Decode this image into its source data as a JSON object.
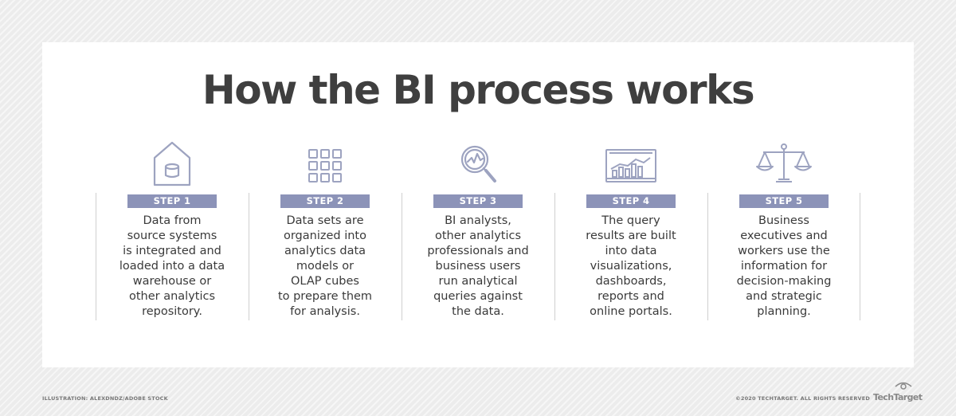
{
  "title": "How the BI process works",
  "steps": [
    {
      "label": "STEP 1",
      "text": "Data from\nsource systems\nis integrated and\nloaded into a data\nwarehouse or\nother analytics\nrepository.",
      "icon": "warehouse-icon"
    },
    {
      "label": "STEP 2",
      "text": "Data sets are\norganized into\nanalytics data\nmodels or\nOLAP cubes\nto prepare them\nfor analysis.",
      "icon": "grid-icon"
    },
    {
      "label": "STEP 3",
      "text": "BI analysts,\nother analytics\nprofessionals and\nbusiness users\nrun analytical\nqueries against\nthe data.",
      "icon": "magnifier-chart-icon"
    },
    {
      "label": "STEP 4",
      "text": "The query\nresults are built\ninto data\nvisualizations,\ndashboards,\nreports and\nonline portals.",
      "icon": "dashboard-screen-icon"
    },
    {
      "label": "STEP 5",
      "text": "Business\nexecutives and\nworkers use the\ninformation for\ndecision-making\nand strategic\nplanning.",
      "icon": "scales-icon"
    }
  ],
  "footer": {
    "credit": "ILLUSTRATION: ALEXDNDZ/ADOBE STOCK",
    "copyright": "©2020 TECHTARGET. ALL RIGHTS RESERVED",
    "logo_text": "TechTarget"
  },
  "colors": {
    "badge": "#8c93b8",
    "icon_stroke": "#9da3c0",
    "title": "#3f3f3f",
    "background": "#ececec"
  }
}
